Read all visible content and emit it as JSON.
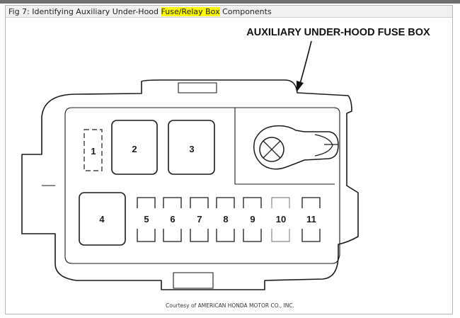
{
  "figure": {
    "caption_prefix": "Fig 7: Identifying Auxiliary Under-Hood ",
    "caption_highlight": "Fuse/Relay Box",
    "caption_suffix": " Components",
    "highlight_color": "#ffff00"
  },
  "diagram": {
    "title": "AUXILIARY UNDER-HOOD FUSE BOX",
    "slots": [
      "1",
      "2",
      "3",
      "4",
      "5",
      "6",
      "7",
      "8",
      "9",
      "10",
      "11"
    ]
  },
  "credit": "Courtesy of AMERICAN HONDA MOTOR CO., INC."
}
